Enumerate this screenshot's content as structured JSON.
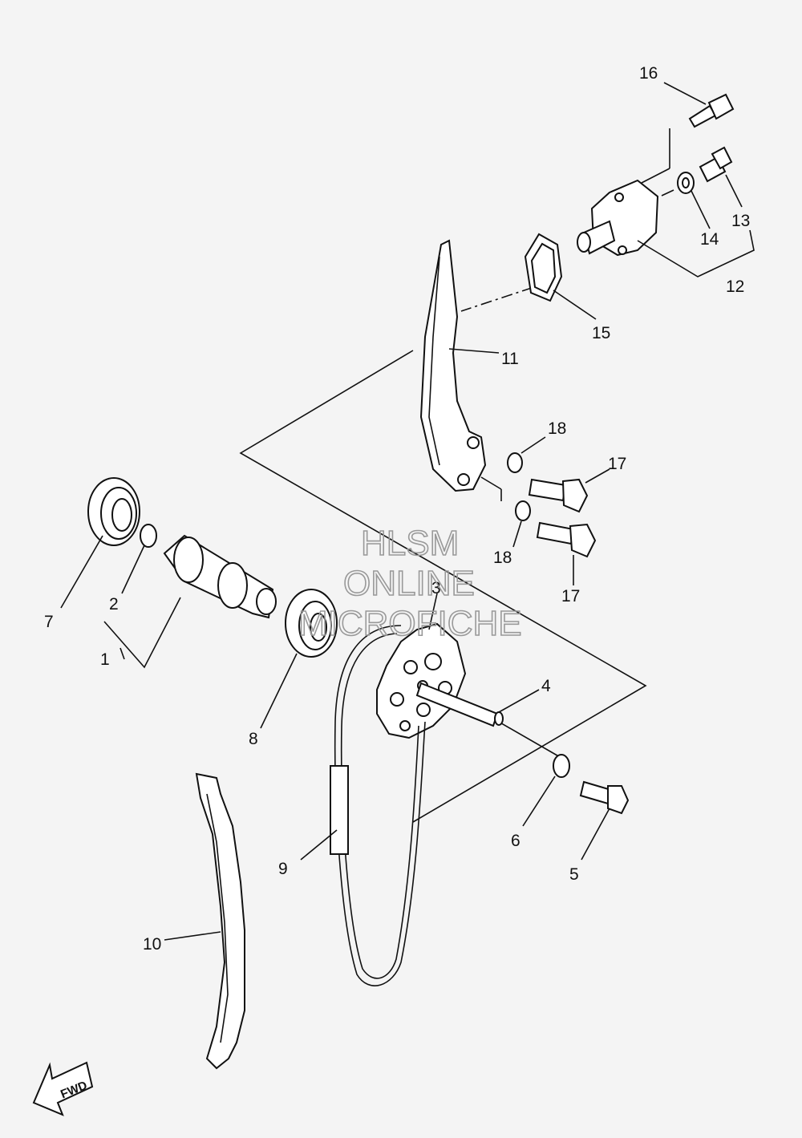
{
  "watermark": {
    "line1": "HLSM",
    "line2": "ONLINE",
    "line3": "MICROFICHE"
  },
  "fwd_label": "FWD",
  "callouts": [
    {
      "id": "c1",
      "text": "1"
    },
    {
      "id": "c2",
      "text": "2"
    },
    {
      "id": "c3",
      "text": "3"
    },
    {
      "id": "c4",
      "text": "4"
    },
    {
      "id": "c5",
      "text": "5"
    },
    {
      "id": "c6",
      "text": "6"
    },
    {
      "id": "c7",
      "text": "7"
    },
    {
      "id": "c8",
      "text": "8"
    },
    {
      "id": "c9",
      "text": "9"
    },
    {
      "id": "c10",
      "text": "10"
    },
    {
      "id": "c11",
      "text": "11"
    },
    {
      "id": "c12",
      "text": "12"
    },
    {
      "id": "c13",
      "text": "13"
    },
    {
      "id": "c14",
      "text": "14"
    },
    {
      "id": "c15",
      "text": "15"
    },
    {
      "id": "c16",
      "text": "16"
    },
    {
      "id": "c17a",
      "text": "17"
    },
    {
      "id": "c17b",
      "text": "17"
    },
    {
      "id": "c18a",
      "text": "18"
    },
    {
      "id": "c18b",
      "text": "18"
    }
  ]
}
